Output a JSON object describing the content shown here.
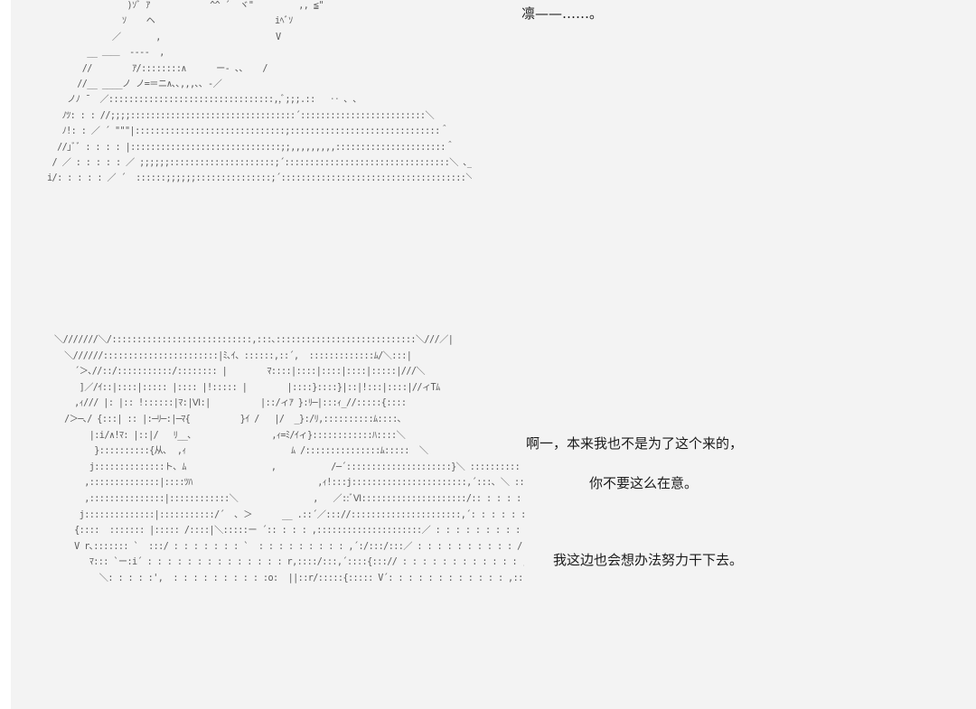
{
  "art": {
    "top": [
      "                )ｿﾞ ｱ            ^^ ´  ヾ\"         ,, ≦\"",
      "               ｿ    ヘ                        iﾍﾞｿ",
      "             ／       ,                       V",
      "        __ ＿＿  ----  ,",
      "       //        ｱ/::::::::∧      ー- 、、   /",
      "      //__ ____ノ ノ=＝ニ∧､､,,,､､ -／",
      "    ノﾉ ̄   ／:::::::::::::::::::::::::::::::::,,ﾞ;;;.::   ‥ ､ ､",
      "   ﾉﾂ: : : //;;;;:::::::::::::::::::::::::::::::::´:::::::::::::::::::::::::＼",
      "   ﾉ!: : ／ ´ \"\"\"|::::::::::::::::::::::::::::::;::::::::::::::::::::::::::::::＾",
      "  //｣ﾞﾞ : : : : |::::::::::::::::::::::::::::::;;,,,,,,,,,::::::::::::::::::::::＾",
      " / ／ : : : : : ／ ;;;;;;:::::::::::::::::::::;´:::::::::::::::::::::::::::::::::＼ ､_",
      "i/: : : : : ／ ´  ::::::;;;;;;:::::::::::::::;´:::::::::::::::::::::::::::::::::::::＼"
    ],
    "bottom": [
      "＼///////＼/::::::::::::::::::::::::::::,:::､::::::::::::::::::::::::::::＼///／|",
      "  ＼//////:::::::::::::::::::::::|ﾐ､ｲ、::::::,::´,  :::::::::::::ﾑ/＼:::|",
      "    ´＞､//::/:::::::::::/:::::::: |        ﾏ::::|::::|::::|::::|:::::|///＼",
      "     ]／/ｲ::|::::|::::: |:::: |!::::: |        |::::}::::}|::|!:::|::::|//ィTﾑ",
      "    ,ｨ/// |: |:: !::::::|ﾏ:|Ⅵ:|          |::/ィｱ }:ﾘ─|:::ｨ_//:::::{::::",
      "  /＞─､/ {:::| :: |:─ﾘ─:|─ﾏ{          }ｲ /   |/  _}:/ﾘ,::::::::::ﾑ::::､",
      "       |:i/∧!ﾏ: |::|/   ﾘ__､                ,ｨ=ﾐ/ｲィ}::::::::::::ﾊ::::＼",
      "        }::::::::::{从､  ,ｨ                     ﾑ /:::::::::::::::ﾑ:::::  ＼",
      "       j::::::::::::::ト､ ﾑ                 ,           /─´:::::::::::::::::::::}＼ ::::::::::",
      "      ,::::::::::::::|::::ﾂﾊ                         ,ｨ!:::j:::::::::::::::::::::::,´:::､ ＼ ::::::::",
      "      ,:::::::::::::::|::::::::::::＼               ,   ／::ﾞⅥ:::::::::::::::::::::/:: : : : : , :::::::i",
      "     j::::::::::::::|:::::::::::/´  ､ ＞      __ .::´／::://::::::::::::::::::::::,´: : : : : : :}:::::::: !",
      "    {::::  ::::::: |::::: /::::|＼:::::ー ´:: : : : ,:::::::::::::::::::::／ : : : : : : : : : :,´:::::::/",
      "    V r､::::::: `  :::/ : : : : : : : `  : : : : : : : : : ,´:/:::/:::／ : : : : : : : : : : /::::::::{",
      "       ﾏ::: `ー:i´ : : : : : : : : : : : : : : r,::::/:::,´::::{:::// : : : : : : : : : : : : ,´::::::::::|",
      "         ＼: : : : :',  : : : : : : : : : :o:  ||::r/:::::{::::: V´: : : : : : : : : : : : ,:::::::::::::::＼"
    ]
  },
  "lines": {
    "line1": "凛——……。",
    "line2": "啊一，本来我也不是为了这个来的，",
    "line3": "你不要这么在意。",
    "line4": "我这边也会想办法努力干下去。"
  }
}
